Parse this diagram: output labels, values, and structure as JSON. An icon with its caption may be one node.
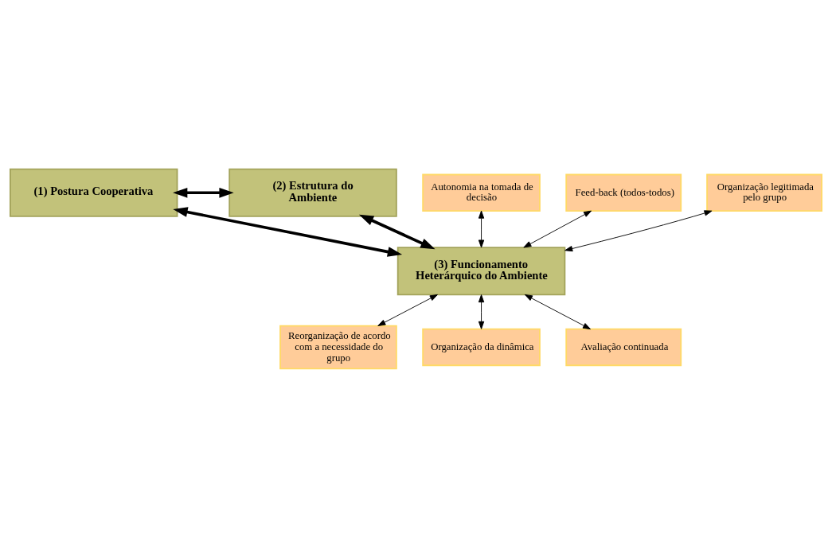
{
  "diagram": {
    "nodes": [
      {
        "text": [
          "(1) Postura Cooperativa"
        ]
      },
      {
        "text": [
          "(2) Estrutura do Ambiente"
        ]
      },
      {
        "text": [
          "Feed-back (todos-todos)"
        ]
      },
      {
        "text": [
          "Organização legitimada pelo grupo"
        ]
      },
      {
        "text": [
          "Autonomia na tomada de decisão"
        ]
      },
      {
        "text": [
          "(3) Funcionamento Heterárquico do Ambiente"
        ]
      },
      {
        "text": [
          "Reorganização de acordo com a necessidade do grupo"
        ]
      },
      {
        "text": [
          "Organização da dinâmica"
        ]
      },
      {
        "text": [
          "Avaliação continuada"
        ]
      }
    ],
    "edges": [
      {
        "from": 0,
        "to": 1,
        "arrow": "both",
        "style": "thick"
      },
      {
        "from": 0,
        "to": 5,
        "arrow": "both",
        "style": "thick"
      },
      {
        "from": 1,
        "to": 5,
        "arrow": "both",
        "style": "thick"
      },
      {
        "from": 2,
        "to": 5,
        "arrow": "both"
      },
      {
        "from": 4,
        "to": 5,
        "arrow": "both"
      },
      {
        "from": 3,
        "to": 5,
        "arrow": "both"
      },
      {
        "from": 5,
        "to": 6,
        "arrow": "both"
      },
      {
        "from": 5,
        "to": 7,
        "arrow": "both"
      },
      {
        "from": 5,
        "to": 8,
        "arrow": "both"
      }
    ]
  }
}
